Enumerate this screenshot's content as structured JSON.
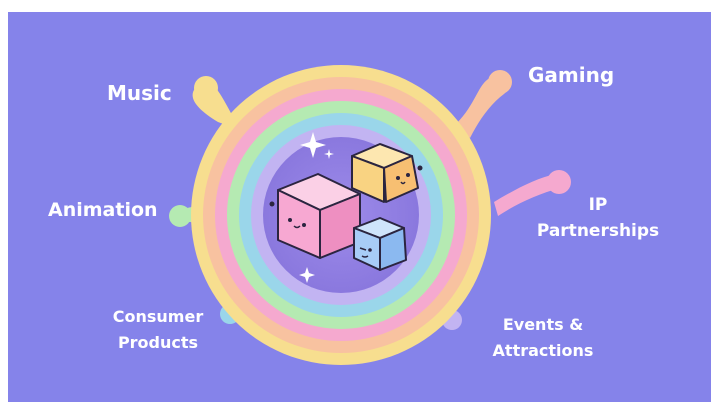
{
  "labels": {
    "music": "Music",
    "gaming": "Gaming",
    "animation": "Animation",
    "ip_line1": "IP",
    "ip_line2": "Partnerships",
    "consumer_line1": "Consumer",
    "consumer_line2": "Products",
    "events_line1": "Events &",
    "events_line2": "Attractions"
  },
  "colors": {
    "background": "#8583ea",
    "ring_yellow": "#f7de8f",
    "ring_peach": "#f8c2a0",
    "ring_pink": "#f5a9cf",
    "ring_green": "#b5eab2",
    "ring_blue": "#9ad6ea",
    "ring_lavender": "#c2b4f2",
    "cube_pink": "#f7a8d2",
    "cube_yellow": "#f9d382",
    "cube_blue": "#a8ccf7"
  }
}
